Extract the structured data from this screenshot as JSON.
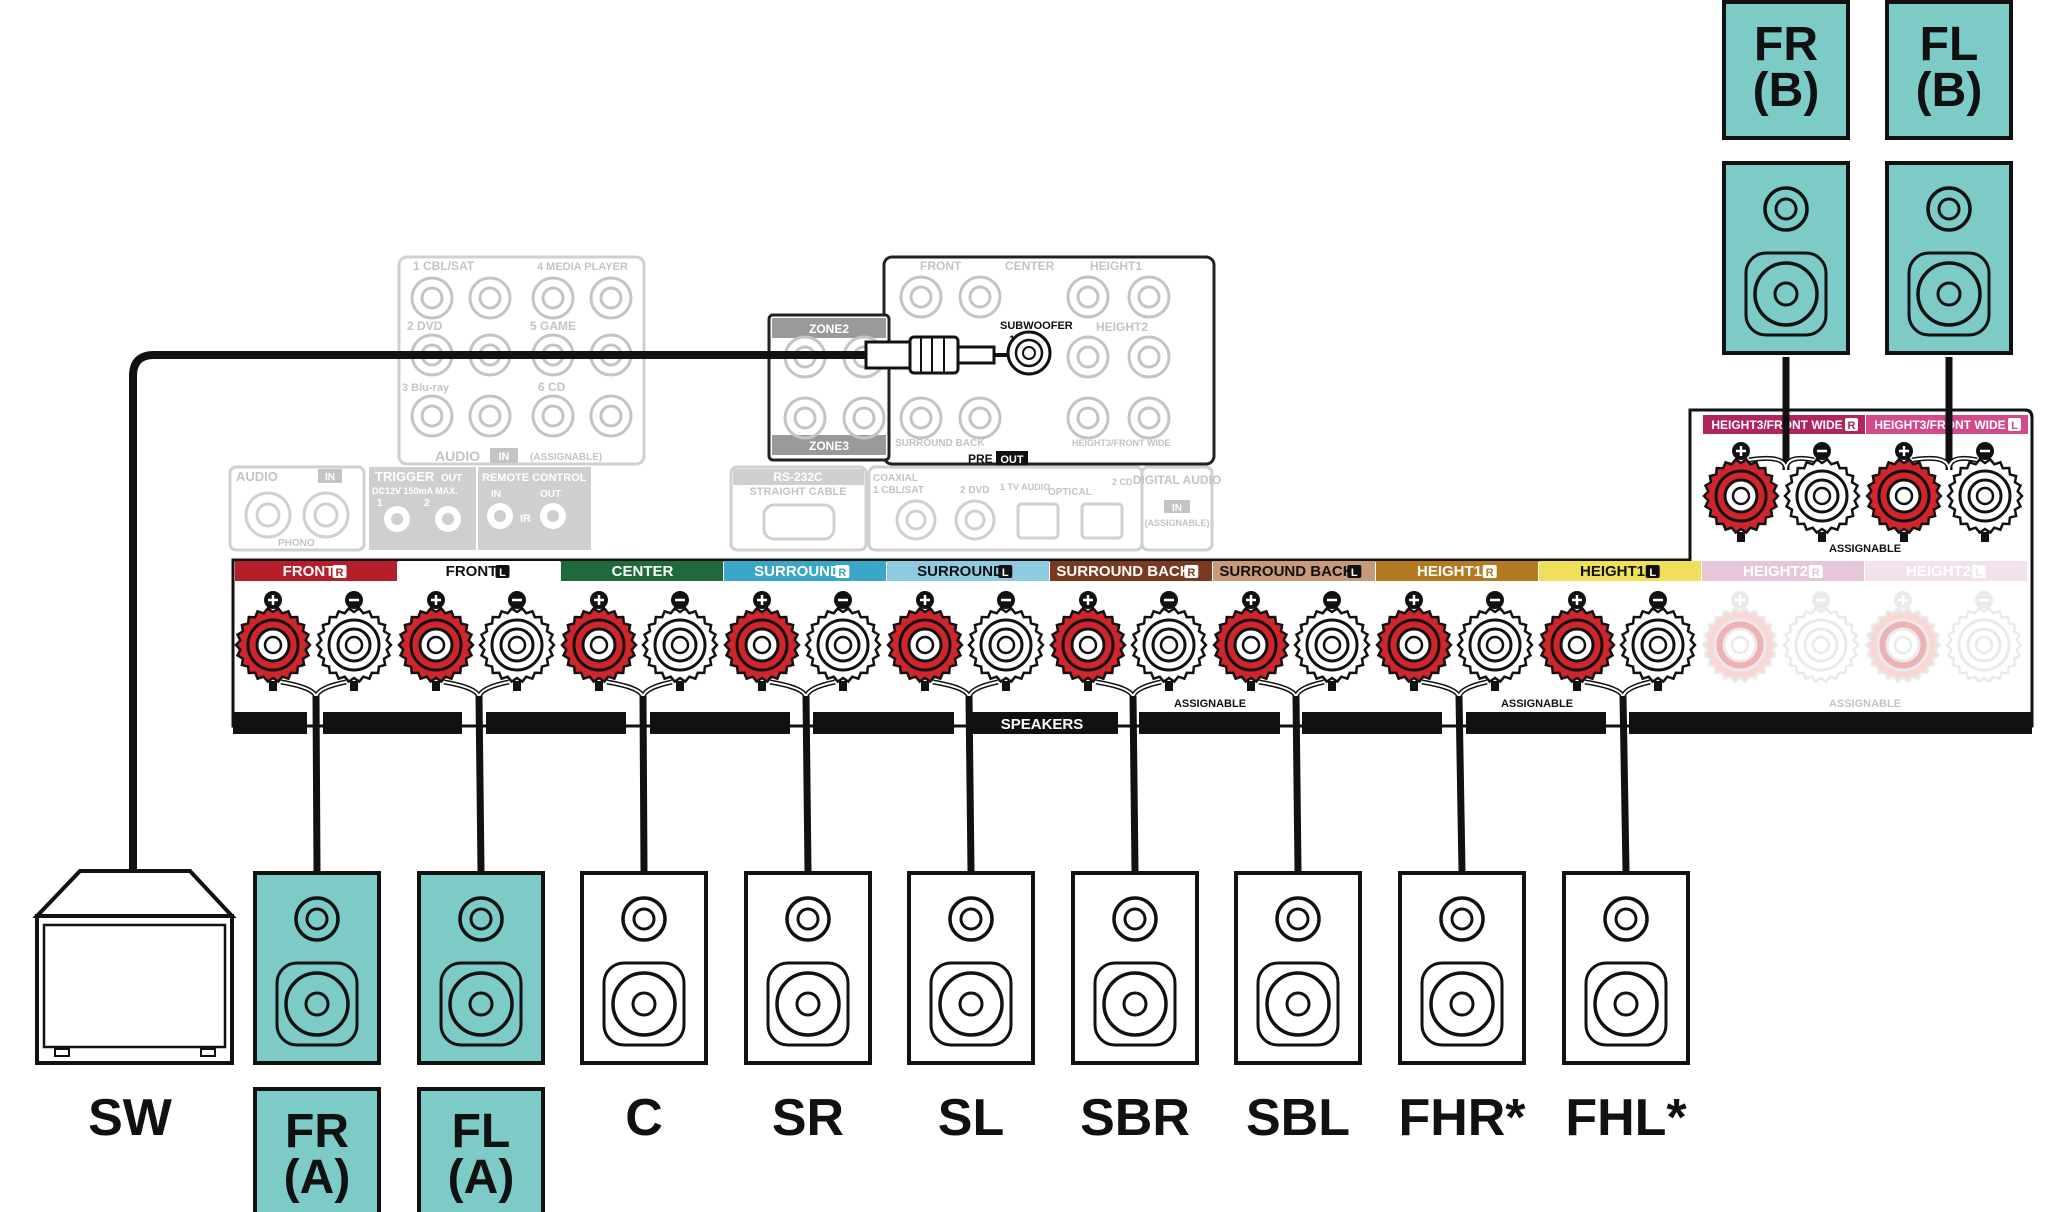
{
  "receiver": {
    "speakers_label": "SPEAKERS",
    "assignable_label": "ASSIGNABLE",
    "pre_out_label": "PRE",
    "pre_out_badge": "OUT",
    "subwoofer_label": "SUBWOOFER",
    "subwoofer_index": "1",
    "zone2_label": "ZONE2",
    "zone3_label": "ZONE3",
    "front_label": "FRONT",
    "center_label": "CENTER",
    "surround_label": "SURROUND",
    "height1_label": "HEIGHT1",
    "height2_label": "HEIGHT2",
    "surround_back_label": "SURROUND BACK",
    "height3_fw_label": "HEIGHT3/FRONT WIDE",
    "audio_in_inputs": [
      "1 CBL/SAT",
      "4 MEDIA PLAYER",
      "2 DVD",
      "5 GAME",
      "3 Blu-ray",
      "6 CD"
    ],
    "audio_in_label": "AUDIO",
    "audio_in_badge": "IN",
    "audio_in_note": "(ASSIGNABLE)",
    "phono_label": "AUDIO",
    "phono_badge": "IN",
    "phono_sub": "PHONO",
    "trigger_label": "TRIGGER",
    "trigger_badge": "OUT",
    "trigger_spec": "DC12V 150mA MAX.",
    "trigger_ports": [
      "1",
      "2"
    ],
    "remote_label": "REMOTE CONTROL",
    "remote_in": "IN",
    "remote_out": "OUT",
    "remote_ir": "IR",
    "rs232_label": "RS-232C",
    "rs232_sub": "STRAIGHT CABLE",
    "digital_coaxial": "COAXIAL",
    "digital_cbl": "1 CBL/SAT",
    "digital_dvd": "2 DVD",
    "digital_optical": "OPTICAL",
    "digital_tv": "1 TV AUDIO",
    "digital_cd": "2 CD",
    "digital_label": "DIGITAL AUDIO",
    "digital_badge": "IN",
    "digital_note": "(ASSIGNABLE)",
    "terminals": [
      {
        "label": "FRONT",
        "side": "R",
        "color": "#b41f2b",
        "text_color": "#ffffff"
      },
      {
        "label": "FRONT",
        "side": "L",
        "color": "#ffffff",
        "text_color": "#111111"
      },
      {
        "label": "CENTER",
        "side": "",
        "color": "#1f6a3a",
        "text_color": "#ffffff"
      },
      {
        "label": "SURROUND",
        "side": "R",
        "color": "#3aa6c8",
        "text_color": "#ffffff"
      },
      {
        "label": "SURROUND",
        "side": "L",
        "color": "#8fcbe0",
        "text_color": "#111111"
      },
      {
        "label": "SURROUND BACK",
        "side": "R",
        "color": "#7a3a1f",
        "text_color": "#ffffff"
      },
      {
        "label": "SURROUND BACK",
        "side": "L",
        "color": "#c89a78",
        "text_color": "#111111"
      },
      {
        "label": "HEIGHT1",
        "side": "R",
        "color": "#b37a22",
        "text_color": "#ffffff"
      },
      {
        "label": "HEIGHT1",
        "side": "L",
        "color": "#f0df5a",
        "text_color": "#111111"
      },
      {
        "label": "HEIGHT2",
        "side": "R",
        "color": "#e6c6d8",
        "text_color": "#ffffff"
      },
      {
        "label": "HEIGHT2",
        "side": "L",
        "color": "#f2e2ec",
        "text_color": "#ffffff"
      }
    ],
    "upper_terminals": [
      {
        "label": "HEIGHT3/FRONT WIDE",
        "side": "R",
        "color": "#b0245f"
      },
      {
        "label": "HEIGHT3/FRONT WIDE",
        "side": "L",
        "color": "#d24a8a"
      }
    ]
  },
  "speakers_bottom": [
    {
      "label": "SW",
      "kind": "subwoofer",
      "tint": false
    },
    {
      "label": "FR\n(A)",
      "kind": "speaker",
      "tint": true
    },
    {
      "label": "FL\n(A)",
      "kind": "speaker",
      "tint": true
    },
    {
      "label": "C",
      "kind": "speaker",
      "tint": false
    },
    {
      "label": "SR",
      "kind": "speaker",
      "tint": false
    },
    {
      "label": "SL",
      "kind": "speaker",
      "tint": false
    },
    {
      "label": "SBR",
      "kind": "speaker",
      "tint": false
    },
    {
      "label": "SBL",
      "kind": "speaker",
      "tint": false
    },
    {
      "label": "FHR*",
      "kind": "speaker",
      "tint": false
    },
    {
      "label": "FHL*",
      "kind": "speaker",
      "tint": false
    }
  ],
  "speakers_top": [
    {
      "label": "FR\n(B)",
      "tint": true
    },
    {
      "label": "FL\n(B)",
      "tint": true
    }
  ],
  "colors": {
    "tint": "#7ccbc6",
    "red_terminal": "#d0262b",
    "faint": "#c4c4c4",
    "line": "#000000"
  }
}
